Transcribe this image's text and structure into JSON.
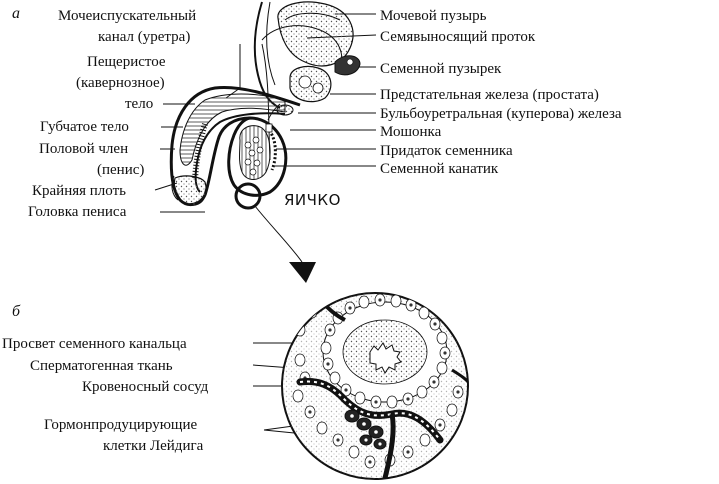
{
  "panel_a": {
    "letter": "а",
    "labels_left": [
      "Мочеиспускательный",
      "канал (уретра)",
      "Пещеристое",
      "(кавернозное)",
      "тело",
      "Губчатое тело",
      "Половой член",
      "(пенис)",
      "Крайняя плоть",
      "Головка пениса"
    ],
    "labels_right": [
      "Мочевой пузырь",
      "Семявыносящий проток",
      "Семенной пузырек",
      "Предстательная железа (простата)",
      "Бульбоуретральная (куперова) железа",
      "Мошонка",
      "Придаток семенника",
      "Семенной канатик"
    ],
    "testis_label": "ЯИЧКО"
  },
  "panel_b": {
    "letter": "б",
    "labels_left": [
      "Просвет семенного канальца",
      "Сперматогенная ткань",
      "Кровеносный сосуд",
      "Гормонпродуцирующие",
      "клетки Лейдига"
    ]
  },
  "colors": {
    "ink": "#111111",
    "background": "#ffffff",
    "stipple": "#555555"
  }
}
